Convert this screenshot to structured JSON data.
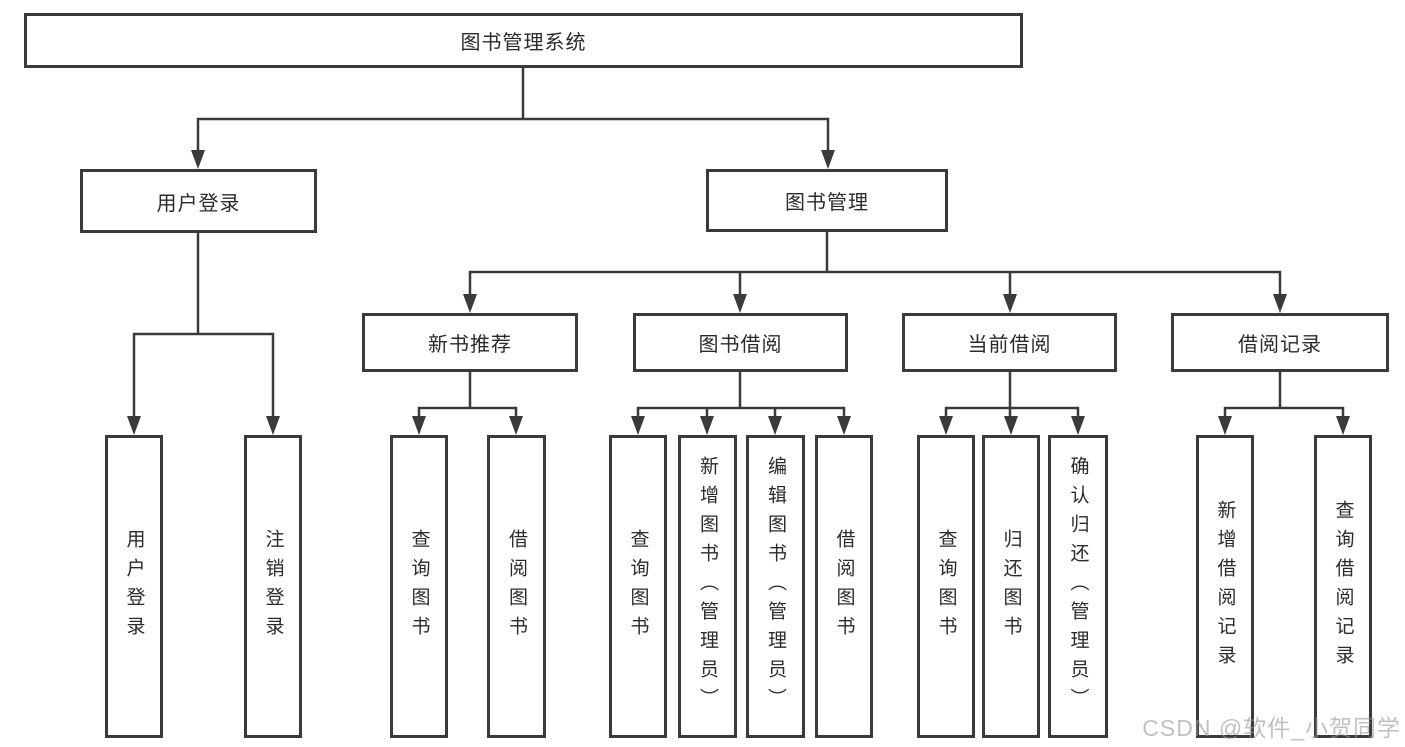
{
  "diagram": {
    "root": {
      "label": "图书管理系统"
    },
    "branches": [
      {
        "label": "用户登录",
        "children": [
          {
            "label": "用户登录"
          },
          {
            "label": "注销登录"
          }
        ]
      },
      {
        "label": "图书管理",
        "children": [
          {
            "label": "新书推荐",
            "children": [
              {
                "label": "查询图书"
              },
              {
                "label": "借阅图书"
              }
            ]
          },
          {
            "label": "图书借阅",
            "children": [
              {
                "label": "查询图书"
              },
              {
                "label": "新增图书（管理员）"
              },
              {
                "label": "编辑图书（管理员）"
              },
              {
                "label": "借阅图书"
              }
            ]
          },
          {
            "label": "当前借阅",
            "children": [
              {
                "label": "查询图书"
              },
              {
                "label": "归还图书"
              },
              {
                "label": "确认归还（管理员）"
              }
            ]
          },
          {
            "label": "借阅记录",
            "children": [
              {
                "label": "新增借阅记录"
              },
              {
                "label": "查询借阅记录"
              }
            ]
          }
        ]
      }
    ]
  },
  "watermark": {
    "text": "CSDN @软件_小贺同学"
  },
  "colors": {
    "line": "#3a3a3a",
    "box_border": "#3a3a3a",
    "text": "#2b2b2b",
    "watermark": "#999999",
    "background": "#ffffff"
  }
}
